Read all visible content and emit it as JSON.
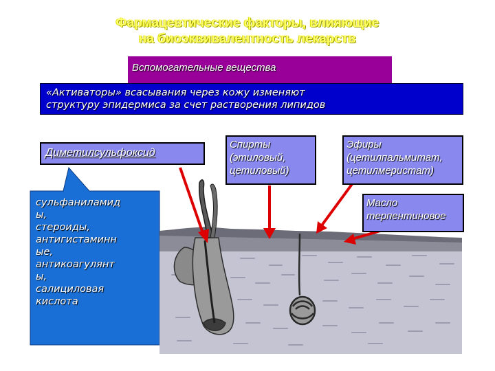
{
  "title": {
    "line1": "Фармацевтические факторы, влияющие",
    "line2": "на биоэквивалентность лекарств"
  },
  "header_box": {
    "text": "Вспомогательные вещества"
  },
  "activators": {
    "line1": "«Активаторы» всасывания через кожу изменяют",
    "line2": "структуру эпидермиса за счет растворения липидов"
  },
  "dmso": {
    "text": "Диметилсульфоксид"
  },
  "alcohols": {
    "line1": "Спирты",
    "line2": "(этиловый,",
    "line3": "цетиловый)"
  },
  "esters": {
    "line1": "Эфиры",
    "line2": "(цетилпальмитат,",
    "line3": "цетилмеристат)"
  },
  "oil": {
    "line1": "Масло",
    "line2": "терпентиновое"
  },
  "callout": {
    "lines": [
      "сульфаниламид",
      "ы,",
      "стероиды,",
      "антигистаминн",
      "ые,",
      "антикоагулянт",
      "ы,",
      "салициловая",
      "кислота"
    ]
  },
  "colors": {
    "title": "#ffff66",
    "purple": "#990099",
    "banner_blue": "#0000cc",
    "lavender": "#8888ee",
    "callout_blue": "#1a6fd6",
    "arrow_red": "#dd0000",
    "skin_gray": "#b8b8c8"
  }
}
